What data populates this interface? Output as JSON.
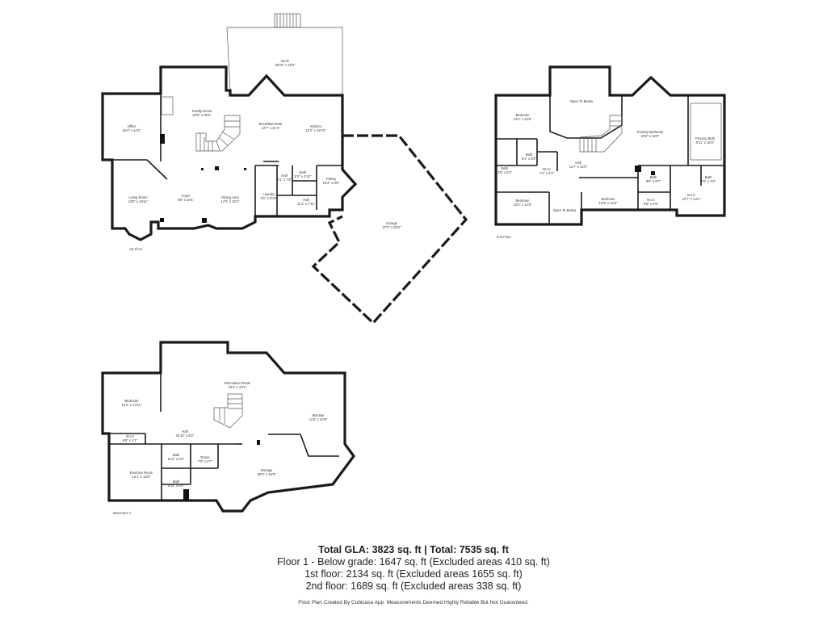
{
  "floors": {
    "first": {
      "label": "1st Floor",
      "rooms": {
        "deck": {
          "name": "Deck",
          "dim": "28'10\" x 20'2\""
        },
        "office": {
          "name": "Office",
          "dim": "15'4\" x 14'2\""
        },
        "family": {
          "name": "Family Room",
          "dim": "22'0\" x 28'2\""
        },
        "breakfast": {
          "name": "Breakfast Nook",
          "dim": "14'7\" x 21'4\""
        },
        "kitchen": {
          "name": "Kitchen",
          "dim": "12'3\" x 16'10\""
        },
        "living": {
          "name": "Living Room",
          "dim": "13'8\" x 18'11\""
        },
        "foyer": {
          "name": "Foyer",
          "dim": "9'8\" x 18'1\""
        },
        "dining": {
          "name": "Dining Area",
          "dim": "12'3\" x 15'3\""
        },
        "hall1": {
          "name": "Hall",
          "dim": "4'1\" x 7'6\""
        },
        "bath1": {
          "name": "Bath",
          "dim": "5'3\" x 4'10\""
        },
        "pantry": {
          "name": "Pantry",
          "dim": "10'4\" x 9'5\""
        },
        "laundry": {
          "name": "Laundry",
          "dim": "8'1\" x 9'10\""
        },
        "hall2": {
          "name": "Hall",
          "dim": "11'1\" x 7'11\""
        },
        "garage": {
          "name": "Garage",
          "dim": "37'0\" x 39'3\""
        }
      }
    },
    "second": {
      "label": "2nd Floor",
      "rooms": {
        "openTop": {
          "name": "Open To Below",
          "dim": ""
        },
        "bed1": {
          "name": "Bedroom",
          "dim": "14'4\" x 13'8\""
        },
        "bath_a": {
          "name": "Bath",
          "dim": "6'1\" x 8'2\""
        },
        "bath_b": {
          "name": "Bath",
          "dim": "4'8\" x 5'1\""
        },
        "wic1": {
          "name": "W.I.C",
          "dim": "7'1\" x 4'1\""
        },
        "hall": {
          "name": "Hall",
          "dim": "11'7\" x 14'0\""
        },
        "primaryBed": {
          "name": "Primary Bedroom",
          "dim": "20'8\" x 22'5\""
        },
        "primaryBath": {
          "name": "Primary Bath",
          "dim": "8'11\" x 18'3\""
        },
        "bath_c": {
          "name": "Bath",
          "dim": "7'5\" x 3'2\""
        },
        "bed2": {
          "name": "Bedroom",
          "dim": "12'4\" x 12'8\""
        },
        "openBottom": {
          "name": "Open To Below",
          "dim": ""
        },
        "bed3": {
          "name": "Bedroom",
          "dim": "13'4\" x 12'6\""
        },
        "bath_d": {
          "name": "Bath",
          "dim": "8'5\" x 8'7\""
        },
        "wic2": {
          "name": "W.I.C",
          "dim": "8'5\" x 4'5\""
        },
        "wic3": {
          "name": "W.I.C",
          "dim": "10'7\" x 13'1\""
        }
      }
    },
    "basement": {
      "label": "Basement 1",
      "rooms": {
        "rec": {
          "name": "Recreation Room",
          "dim": "34'4\" x 23'1\""
        },
        "bed": {
          "name": "Bedroom",
          "dim": "14'4\" x 14'11\""
        },
        "wetbar": {
          "name": "Wet Bar",
          "dim": "11'5\" x 20'8\""
        },
        "hall": {
          "name": "Hall",
          "dim": "24'10\" x 8'2\""
        },
        "wic": {
          "name": "W.I.C",
          "dim": "6'8\" x 4'1\""
        },
        "exercise": {
          "name": "Exercise Room",
          "dim": "12'1\" x 13'8\""
        },
        "bath1": {
          "name": "Bath",
          "dim": "5'11\" x 5'2\""
        },
        "room": {
          "name": "Room",
          "dim": "7'0\" x 6'7\""
        },
        "bath2": {
          "name": "Bath",
          "dim": "5'11\" x 8'0\""
        },
        "storage": {
          "name": "Storage",
          "dim": "30'3\" x 15'9\""
        }
      }
    }
  },
  "summary": {
    "total": "Total GLA: 3823 sq. ft | Total: 7535 sq. ft",
    "floor1": "Floor 1 - Below grade: 1647 sq. ft (Excluded areas 410 sq. ft)",
    "floor2": "1st floor: 2134 sq. ft (Excluded areas 1655 sq. ft)",
    "floor3": "2nd floor: 1689 sq. ft (Excluded areas 338 sq. ft)"
  },
  "disclaimer": "Floor Plan Created By Cubicasa App. Measurements Deemed Highly Reliable But Not Guaranteed."
}
